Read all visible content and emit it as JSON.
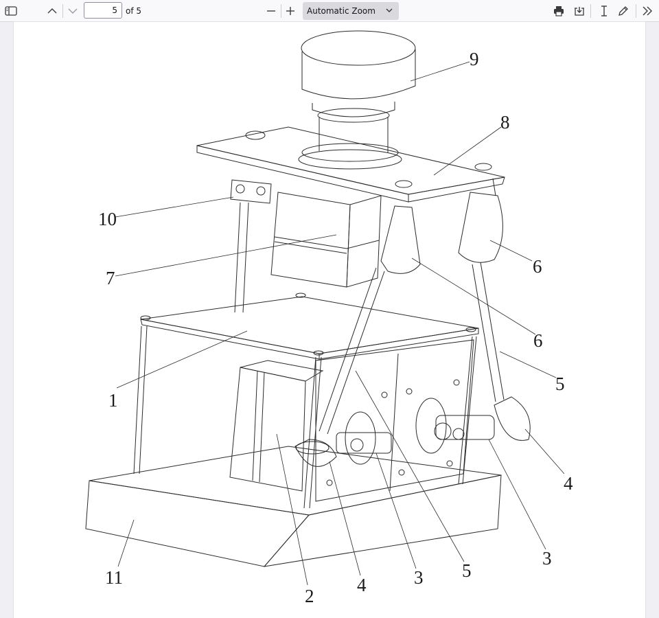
{
  "toolbar": {
    "page_number": "5",
    "page_total": "of 5",
    "zoom": "Automatic Zoom"
  },
  "drawing": {
    "labels": [
      "9",
      "8",
      "10",
      "7",
      "6",
      "6",
      "5",
      "1",
      "4",
      "3",
      "11",
      "2",
      "4",
      "3",
      "5"
    ]
  }
}
